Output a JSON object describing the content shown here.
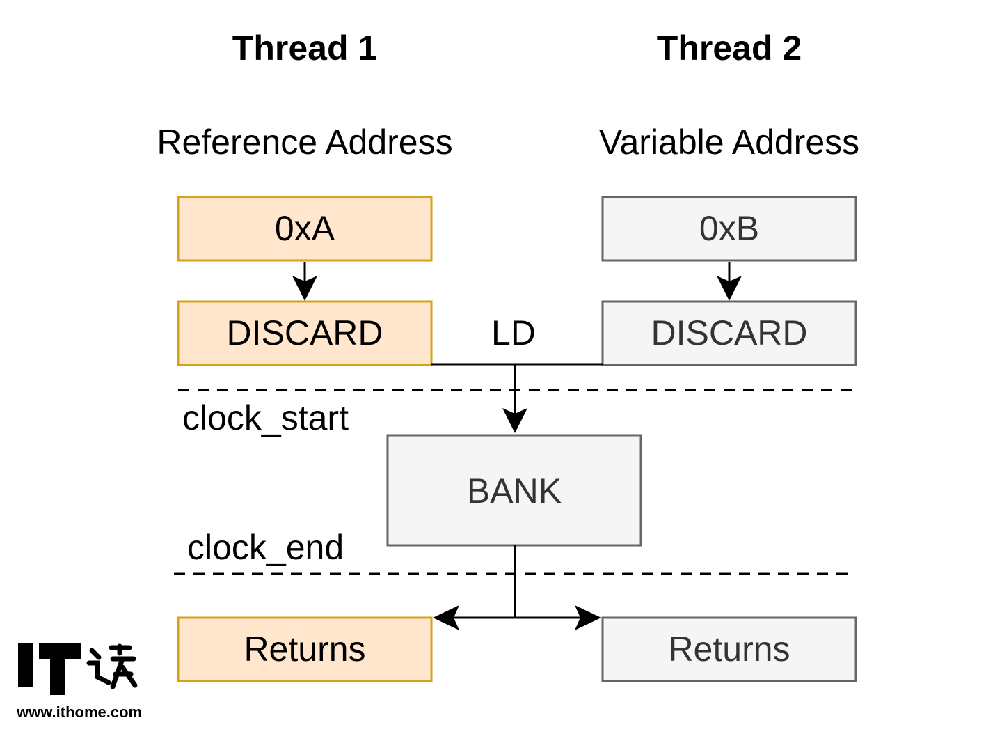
{
  "threads": {
    "thread1": {
      "title": "Thread 1",
      "address_label": "Reference Address",
      "address_box": "0xA",
      "discard_box": "DISCARD",
      "returns_box": "Returns"
    },
    "thread2": {
      "title": "Thread 2",
      "address_label": "Variable Address",
      "address_box": "0xB",
      "discard_box": "DISCARD",
      "returns_box": "Returns"
    }
  },
  "ld_label": "LD",
  "bank_label": "BANK",
  "clock_start_label": "clock_start",
  "clock_end_label": "clock_end",
  "colors": {
    "thread1_fill": "#FFE6CC",
    "thread1_stroke": "#D6A21A",
    "thread2_fill": "#F5F5F5",
    "thread2_stroke": "#666666",
    "thread2_text": "#333333",
    "line": "#000000"
  },
  "watermark": {
    "logo_text": "IT之家",
    "url": "www.ithome.com"
  }
}
